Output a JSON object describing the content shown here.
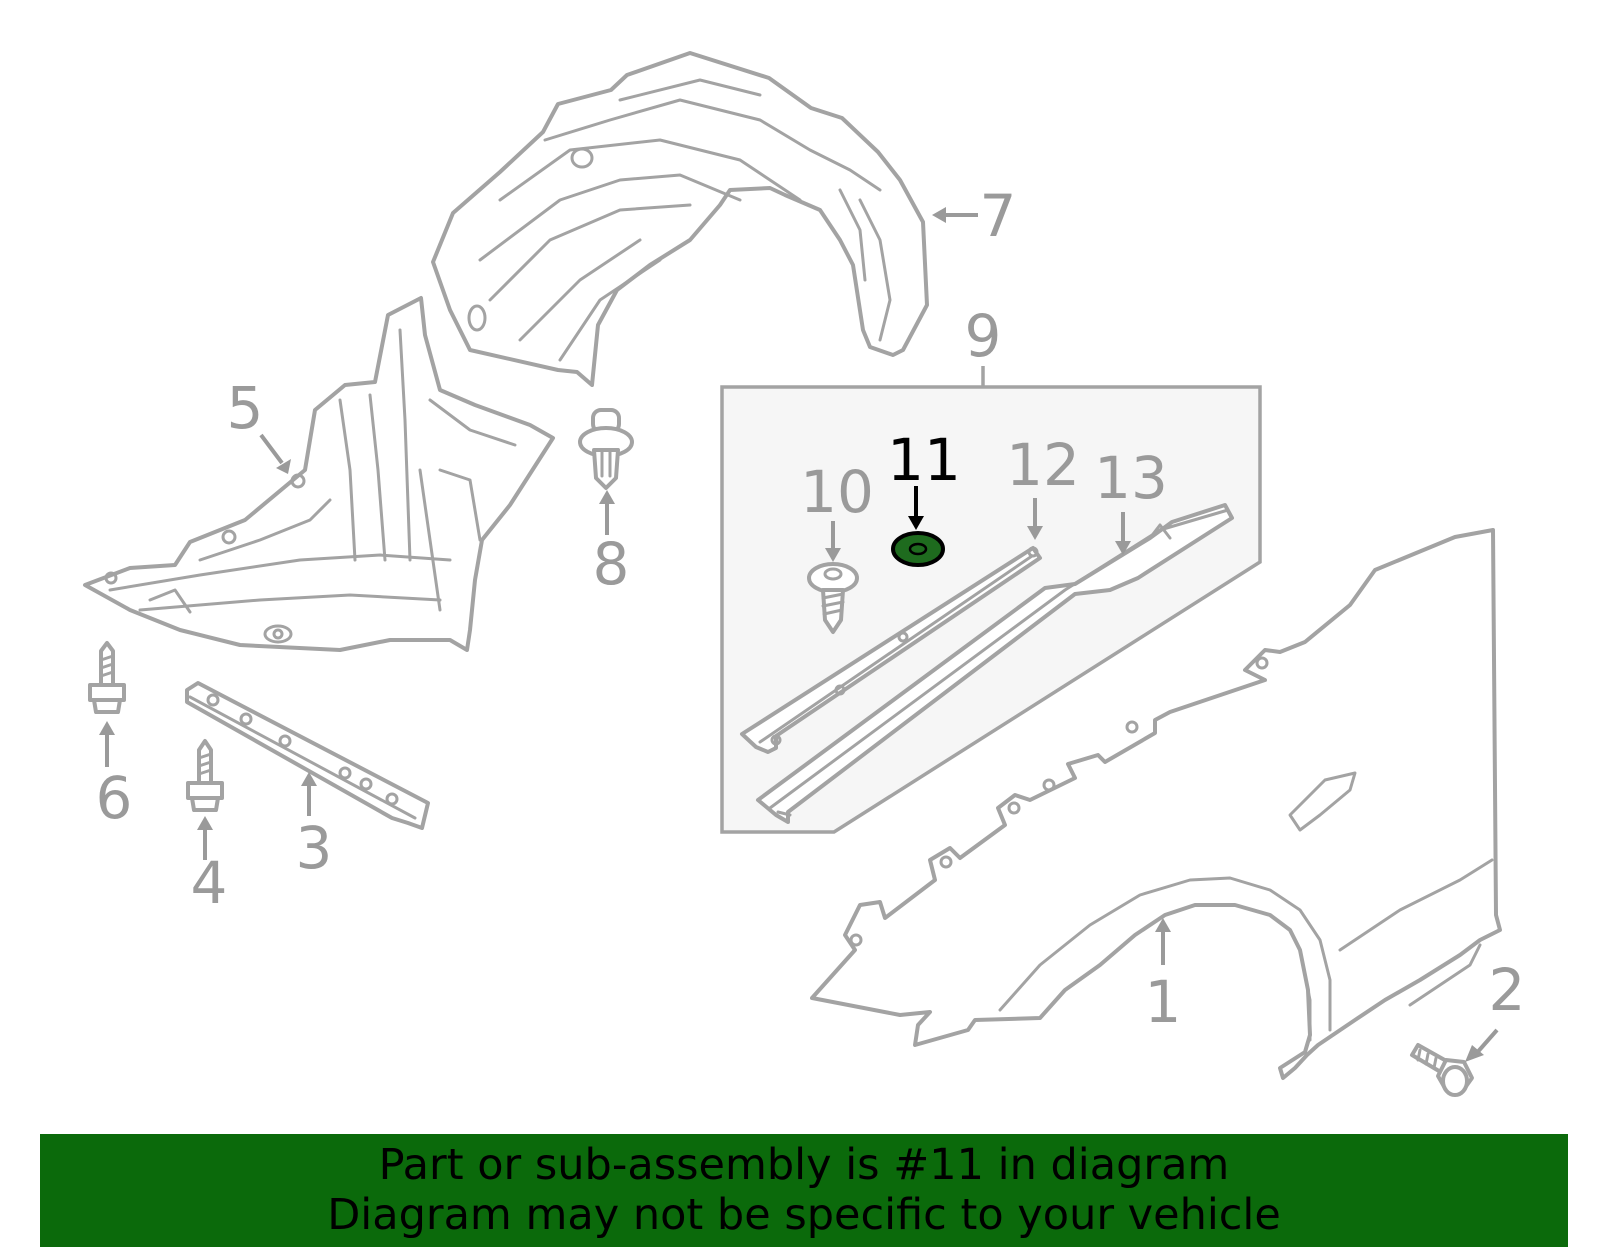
{
  "callouts": [
    {
      "id": "1",
      "label": "1"
    },
    {
      "id": "2",
      "label": "2"
    },
    {
      "id": "3",
      "label": "3"
    },
    {
      "id": "4",
      "label": "4"
    },
    {
      "id": "5",
      "label": "5"
    },
    {
      "id": "6",
      "label": "6"
    },
    {
      "id": "7",
      "label": "7"
    },
    {
      "id": "8",
      "label": "8"
    },
    {
      "id": "9",
      "label": "9"
    },
    {
      "id": "10",
      "label": "10"
    },
    {
      "id": "11",
      "label": "11"
    },
    {
      "id": "12",
      "label": "12"
    },
    {
      "id": "13",
      "label": "13"
    }
  ],
  "highlighted_part": "11",
  "colors": {
    "highlight_part": "#1e6b1e",
    "banner_background": "#0b6a0b",
    "line_art": "#a3a3a3",
    "callout_text": "#9a9a9a",
    "highlight_callout": "#000000"
  },
  "banner": {
    "line1": "Part or sub-assembly is #11 in diagram",
    "line2": "Diagram may not be specific to your vehicle"
  }
}
